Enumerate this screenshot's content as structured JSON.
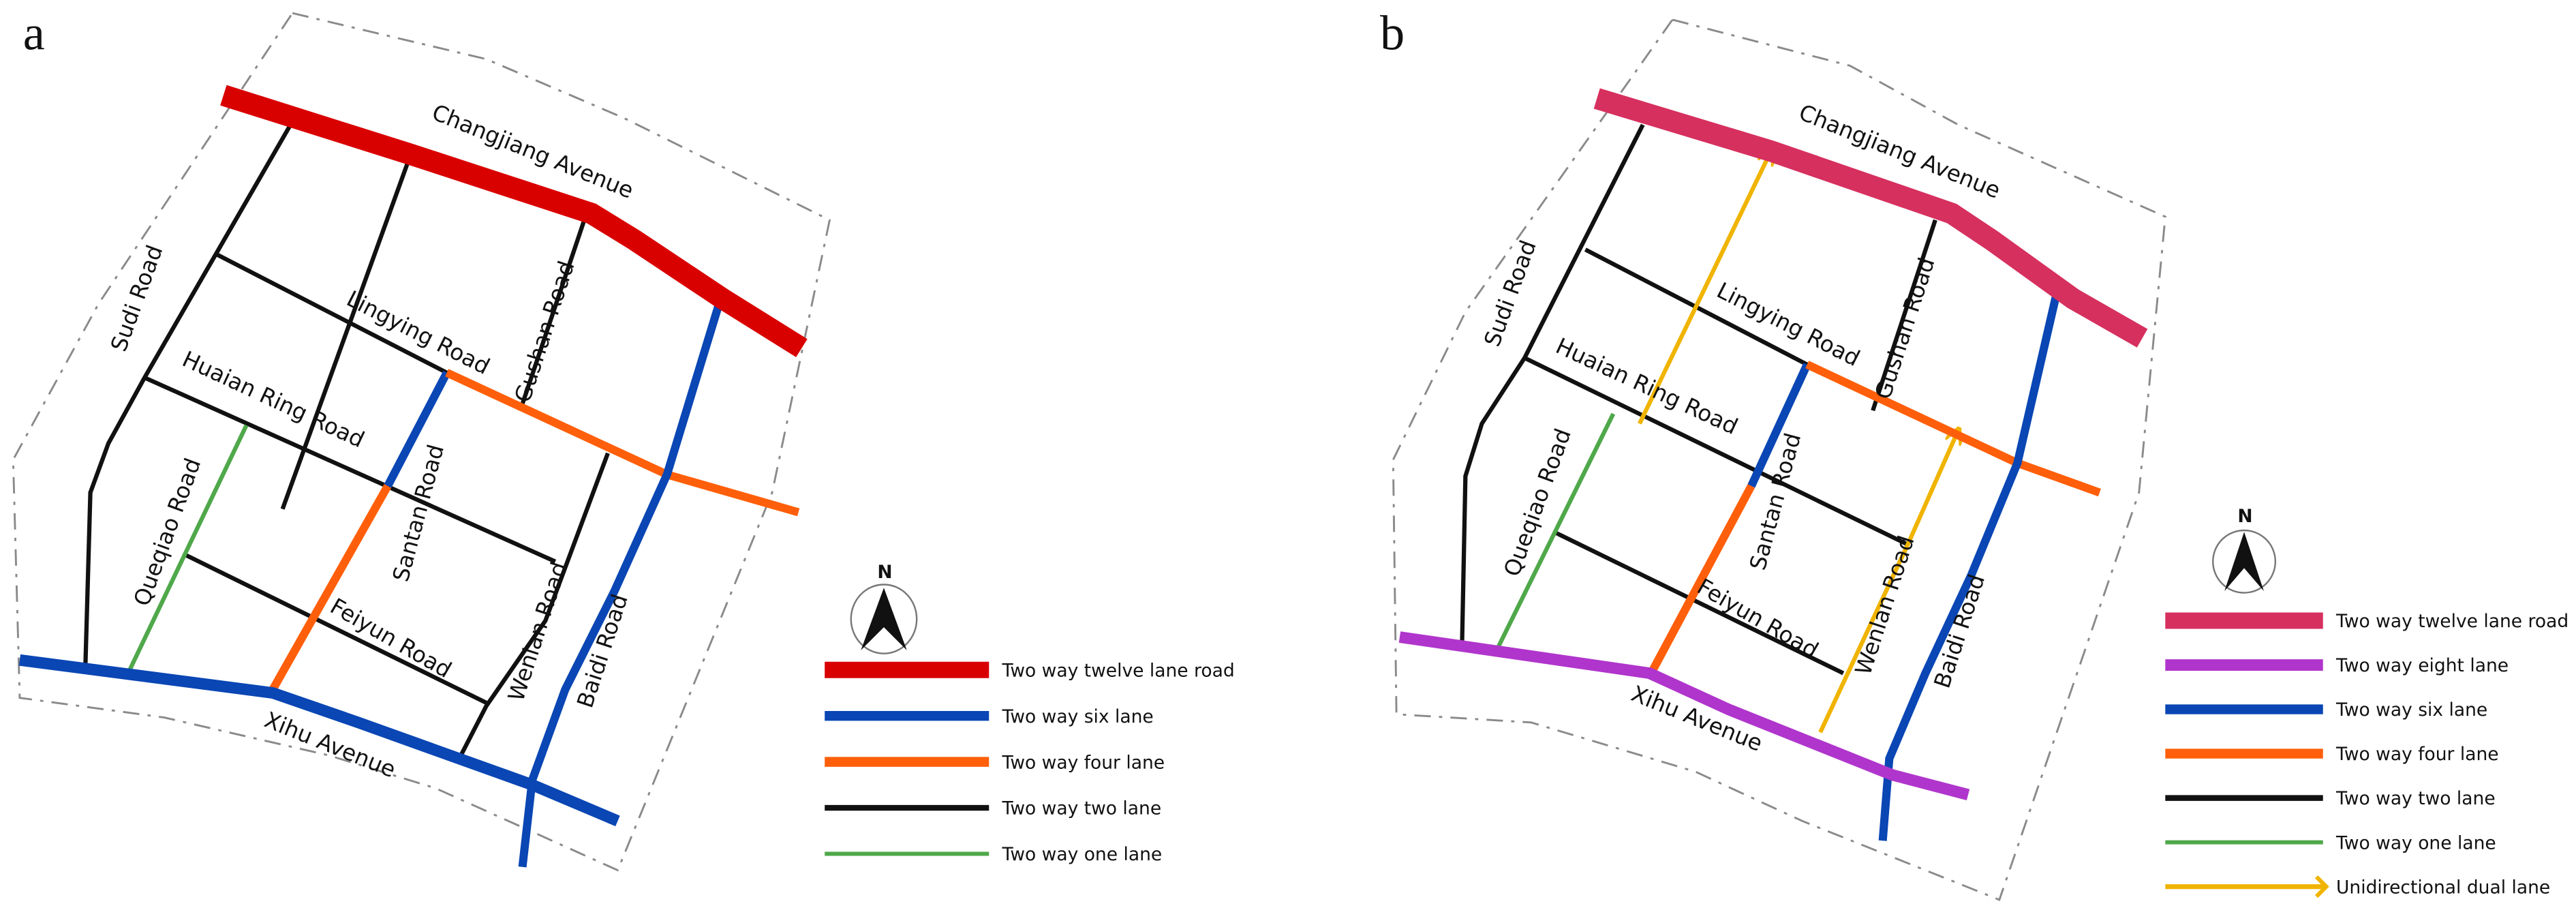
{
  "figure": {
    "panels": [
      {
        "letter": "a",
        "labels": {
          "changjiang": "Changjiang Avenue",
          "sudi": "Sudi Road",
          "lingying": "Lingying Road",
          "gushan": "Gushan Road",
          "huaian": "Huaian Ring Road",
          "queqiao": "Queqiao Road",
          "santan": "Santan Road",
          "feiyun": "Feiyun Road",
          "wenlan": "Wenlan Road",
          "baidi": "Baidi Road",
          "xihu": "Xihu Avenue"
        },
        "north_label": "N",
        "legend": [
          {
            "label": "Two way twelve lane road",
            "color": "#d90000",
            "type": "twelve"
          },
          {
            "label": "Two way six lane",
            "color": "#0a46b4",
            "type": "six"
          },
          {
            "label": "Two way four lane",
            "color": "#ff5f0a",
            "type": "four"
          },
          {
            "label": "Two way two lane",
            "color": "#111111",
            "type": "two"
          },
          {
            "label": "Two way one lane",
            "color": "#4fa84a",
            "type": "one"
          }
        ]
      },
      {
        "letter": "b",
        "labels": {
          "changjiang": "Changjiang Avenue",
          "sudi": "Sudi Road",
          "lingying": "Lingying Road",
          "gushan": "Gushan Road",
          "huaian": "Huaian Ring Road",
          "queqiao": "Queqiao Road",
          "santan": "Santan Road",
          "feiyun": "Feiyun Road",
          "wenlan": "Wenlan Road",
          "baidi": "Baidi Road",
          "xihu": "Xihu Avenue"
        },
        "north_label": "N",
        "legend": [
          {
            "label": "Two way twelve lane road",
            "color": "#d6305f",
            "type": "twelve"
          },
          {
            "label": "Two way eight lane",
            "color": "#b035cc",
            "type": "eight"
          },
          {
            "label": "Two way six lane",
            "color": "#0a46b4",
            "type": "six"
          },
          {
            "label": "Two way four lane",
            "color": "#ff5f0a",
            "type": "four"
          },
          {
            "label": "Two way two lane",
            "color": "#111111",
            "type": "two"
          },
          {
            "label": "Two way one lane",
            "color": "#4fa84a",
            "type": "one"
          },
          {
            "label": "Unidirectional dual lane",
            "color": "#f0b400",
            "type": "oneway"
          }
        ]
      }
    ]
  }
}
